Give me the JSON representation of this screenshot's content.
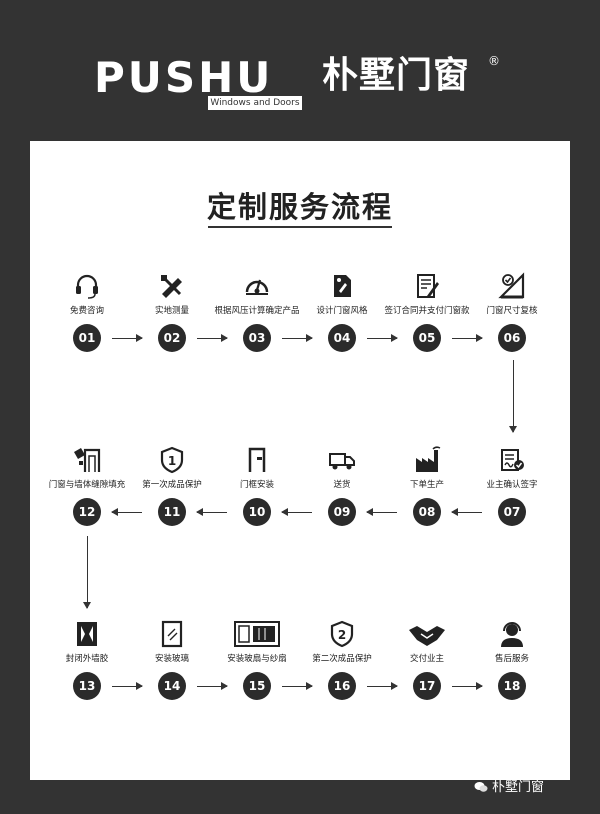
{
  "brand": {
    "latin": "PUSHU",
    "chinese": "朴墅门窗",
    "registered": "®",
    "tagline": "Windows and Doors"
  },
  "title": "定制服务流程",
  "steps": [
    {
      "num": "01",
      "label": "免费咨询",
      "icon": "headset-icon"
    },
    {
      "num": "02",
      "label": "实地测量",
      "icon": "ruler-pencil-icon"
    },
    {
      "num": "03",
      "label": "根据风压计算确定产品",
      "icon": "gauge-icon"
    },
    {
      "num": "04",
      "label": "设计门窗风格",
      "icon": "design-document-icon"
    },
    {
      "num": "05",
      "label": "签订合同并支付门窗款",
      "icon": "contract-icon"
    },
    {
      "num": "06",
      "label": "门窗尺寸复核",
      "icon": "set-square-check-icon"
    },
    {
      "num": "07",
      "label": "业主确认签字",
      "icon": "signed-document-icon"
    },
    {
      "num": "08",
      "label": "下单生产",
      "icon": "factory-icon"
    },
    {
      "num": "09",
      "label": "送货",
      "icon": "delivery-truck-icon"
    },
    {
      "num": "10",
      "label": "门框安装",
      "icon": "door-frame-icon"
    },
    {
      "num": "11",
      "label": "第一次成品保护",
      "icon": "shield-one-icon"
    },
    {
      "num": "12",
      "label": "门窗与墙体缝隙填充",
      "icon": "gap-filling-icon"
    },
    {
      "num": "13",
      "label": "封闭外墙胶",
      "icon": "sealant-icon"
    },
    {
      "num": "14",
      "label": "安装玻璃",
      "icon": "glass-pane-icon"
    },
    {
      "num": "15",
      "label": "安装玻扇与纱扇",
      "icon": "window-sash-icon"
    },
    {
      "num": "16",
      "label": "第二次成品保护",
      "icon": "shield-two-icon"
    },
    {
      "num": "17",
      "label": "交付业主",
      "icon": "handshake-icon"
    },
    {
      "num": "18",
      "label": "售后服务",
      "icon": "customer-service-icon"
    }
  ],
  "footer": {
    "wechat_account": "朴墅门窗"
  }
}
